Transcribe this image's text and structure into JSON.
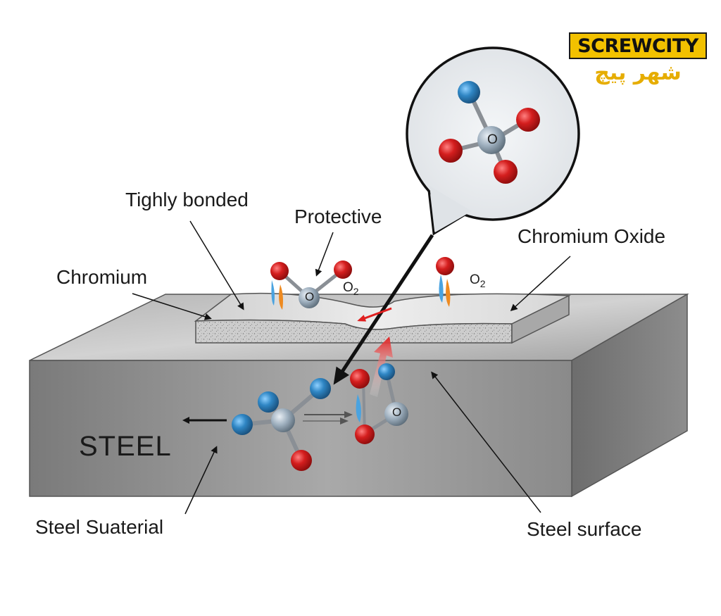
{
  "labels": {
    "tightly_bonded": "Tighly bonded",
    "protective": "Protective",
    "chromium_oxide": "Chromium Oxide",
    "chromium": "Chromium",
    "steel": "STEEL",
    "steel_material": "Steel Suaterial",
    "steel_surface": "Steel surface",
    "o2_left": "O",
    "o2_left_sub": "2",
    "o2_right": "O",
    "o2_right_sub": "2",
    "atom_o_magnified": "O",
    "atom_o_surface": "O",
    "atom_o_lower": "O"
  },
  "logo": {
    "text": "SCREWCITY",
    "subtext": "شهر پیچ",
    "color": "#f2c100"
  },
  "colors": {
    "oxygen_atom": "#d41e1e",
    "metal_atom": "#9fb0bf",
    "blue_atom": "#2f86c4",
    "arrow_red": "#e02020",
    "steel_face": "#8c8c8c"
  }
}
